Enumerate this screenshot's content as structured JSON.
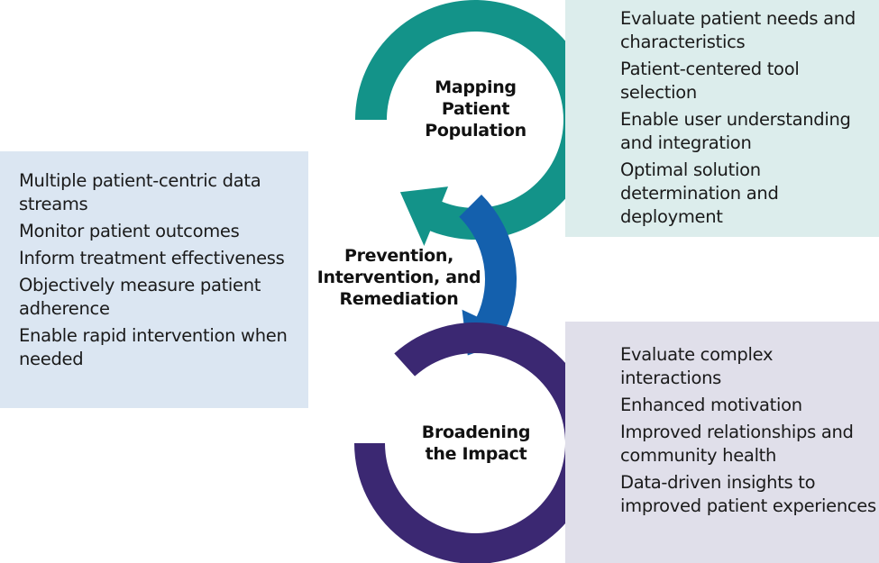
{
  "colors": {
    "teal": "#139389",
    "blue": "#1460ad",
    "purple": "#3b2872",
    "panel_teal_bg": "#dcedec",
    "panel_blue_bg": "#dbe6f2",
    "panel_purple_bg": "#e0dfea"
  },
  "stages": [
    {
      "title": "Mapping Patient Population",
      "title_lines": [
        "Mapping",
        "Patient",
        "Population"
      ],
      "color": "teal",
      "items": [
        "Evaluate patient needs and characteristics",
        "Patient-centered tool selection",
        "Enable user understanding and integration",
        "Optimal solution determination and deployment"
      ]
    },
    {
      "title": "Prevention, Intervention, and Remediation",
      "title_lines": [
        "Prevention,",
        "Intervention, and",
        "Remediation"
      ],
      "color": "blue",
      "items": [
        "Multiple patient-centric data streams",
        "Monitor patient outcomes",
        "Inform treatment effectiveness",
        "Objectively measure patient adherence",
        "Enable rapid intervention when needed"
      ]
    },
    {
      "title": "Broadening the Impact",
      "title_lines": [
        "Broadening",
        "the Impact"
      ],
      "color": "purple",
      "items": [
        "Evaluate complex interactions",
        "Enhanced motivation",
        "Improved relationships and community health",
        "Data-driven insights to improved patient experiences"
      ]
    }
  ]
}
